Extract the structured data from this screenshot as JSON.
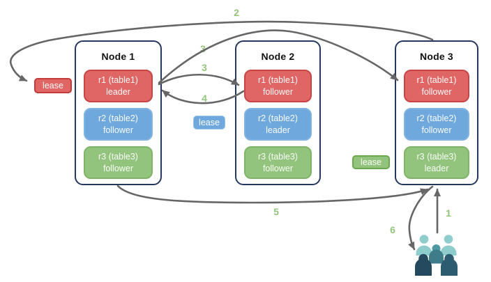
{
  "diagram": {
    "nodes": [
      {
        "title": "Node 1",
        "replicas": [
          {
            "name": "r1 (table1)",
            "role": "leader",
            "color": "#e06666"
          },
          {
            "name": "r2 (table2)",
            "role": "follower",
            "color": "#6fa8dc"
          },
          {
            "name": "r3 (table3)",
            "role": "follower",
            "color": "#93c47d"
          }
        ]
      },
      {
        "title": "Node 2",
        "replicas": [
          {
            "name": "r1 (table1)",
            "role": "follower",
            "color": "#e06666"
          },
          {
            "name": "r2 (table2)",
            "role": "leader",
            "color": "#6fa8dc"
          },
          {
            "name": "r3 (table3)",
            "role": "follower",
            "color": "#93c47d"
          }
        ]
      },
      {
        "title": "Node 3",
        "replicas": [
          {
            "name": "r1 (table1)",
            "role": "follower",
            "color": "#e06666"
          },
          {
            "name": "r2 (table2)",
            "role": "follower",
            "color": "#6fa8dc"
          },
          {
            "name": "r3 (table3)",
            "role": "leader",
            "color": "#93c47d"
          }
        ]
      }
    ],
    "leases": [
      {
        "label": "lease",
        "range": "r1",
        "color": "#e06666"
      },
      {
        "label": "lease",
        "range": "r2",
        "color": "#6fa8dc"
      },
      {
        "label": "lease",
        "range": "r3",
        "color": "#93c47d"
      }
    ],
    "steps": {
      "s1": "1",
      "s2": "2",
      "s3a": "3",
      "s3b": "3",
      "s4": "4",
      "s5": "5",
      "s6": "6"
    },
    "icons": {
      "clients": "users-group-icon"
    },
    "colors": {
      "node_border": "#24385e",
      "arrow": "#666666",
      "step_label": "#93c47d",
      "red": "#e06666",
      "red_border": "#c94444",
      "blue": "#6fa8dc",
      "green": "#93c47d",
      "green_border": "#6aa84f",
      "client_light": "#8fcccc",
      "client_mid": "#4f99a2",
      "client_dark": "#2a5568"
    }
  }
}
